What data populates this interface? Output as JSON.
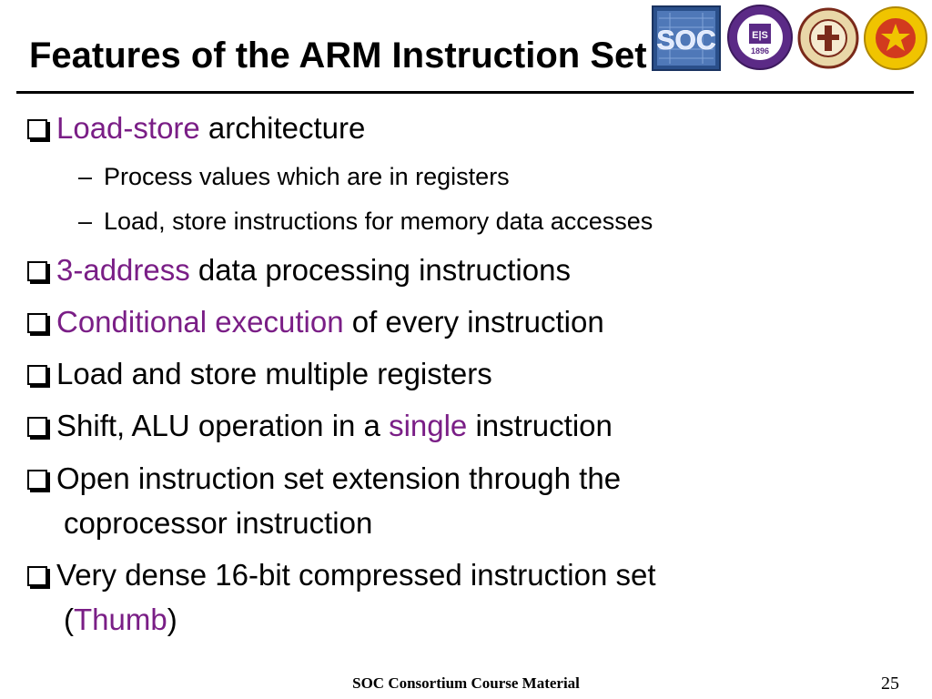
{
  "slide": {
    "title": "Features of the ARM Instruction Set",
    "accent_color": "#7a1e86",
    "logos": {
      "soc_text": "SOC",
      "second_text": "1896"
    },
    "bullets": [
      {
        "hl": "Load-store",
        "rest": " architecture"
      },
      {
        "hl": "3-address",
        "rest": " data processing instructions"
      },
      {
        "hl": "Conditional execution",
        "rest": " of every instruction"
      },
      {
        "text": "Load and store multiple registers"
      },
      {
        "pre": "Shift, ALU operation in a ",
        "hl": "single",
        "rest": " instruction"
      },
      {
        "line1": "Open instruction set extension through the",
        "line2": "coprocessor instruction"
      },
      {
        "line1": "Very dense 16-bit compressed instruction set",
        "line2_pre": "(",
        "line2_hl": "Thumb",
        "line2_post": ")"
      }
    ],
    "subbullets": [
      "Process values which are in registers",
      "Load, store instructions for memory data accesses"
    ],
    "footer": "SOC Consortium Course Material",
    "page_number": "25"
  }
}
